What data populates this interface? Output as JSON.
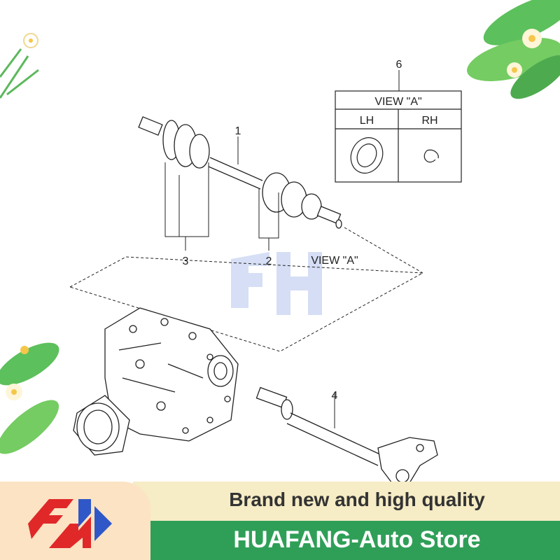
{
  "callouts": {
    "c1": "1",
    "c2": "2",
    "c3": "3",
    "c4": "4",
    "c6": "6",
    "view_a": "VIEW \"A\""
  },
  "view_table": {
    "title": "VIEW \"A\"",
    "col_lh": "LH",
    "col_rh": "RH"
  },
  "banner": {
    "tagline": "Brand new and high quality",
    "store_name": "HUAFANG-Auto Store",
    "logo_text": "FH"
  },
  "colors": {
    "banner_top": "#f6ecc5",
    "banner_bottom": "#2f9f58",
    "logo_red": "#e02828",
    "logo_blue": "#2f57c8",
    "leaf_green": "#5cc05c",
    "flower_yellow": "#f5c64a"
  }
}
